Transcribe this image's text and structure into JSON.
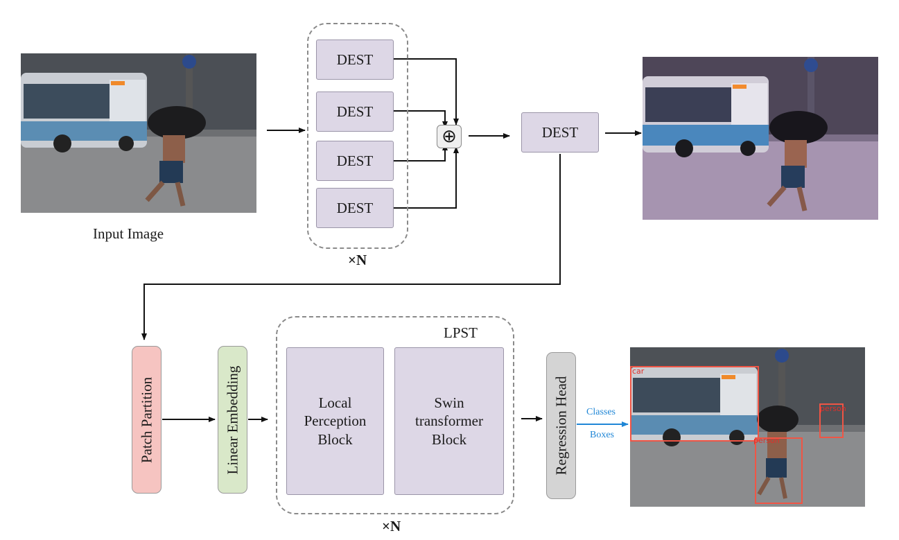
{
  "input_label": "Input Image",
  "dest_label": "DEST",
  "repeat_label": "×N",
  "plus_symbol": "⊕",
  "lpst_label": "LPST",
  "patch_partition": "Patch Partition",
  "linear_embedding": "Linear Embedding",
  "local_block": "Local Perception Block",
  "swin_block": "Swin transformer Block",
  "regression_head": "Regression Head",
  "classes": "Classes",
  "boxes": "Boxes",
  "detections": [
    "car",
    "person",
    "person"
  ],
  "colors": {
    "box_fill": "#ddd7e6",
    "patch_fill": "#f6c4c1",
    "embed_fill": "#d9e8c9",
    "head_fill": "#d4d4d4",
    "arrow_blue": "#1f86d6",
    "detect_red": "#f05545"
  }
}
